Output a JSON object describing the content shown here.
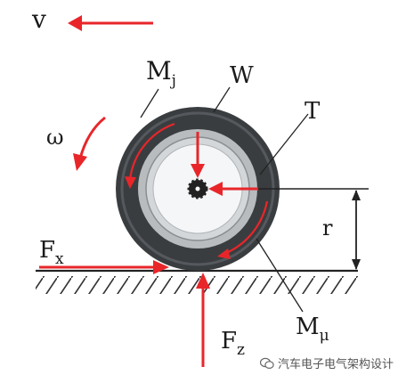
{
  "diagram": {
    "labels": {
      "velocity": "v",
      "angular_velocity": "ω",
      "inertia_moment_main": "M",
      "inertia_moment_sub": "j",
      "load": "W",
      "torque": "T",
      "radius": "r",
      "longitudinal_force_main": "F",
      "longitudinal_force_sub": "x",
      "normal_force_main": "F",
      "normal_force_sub": "z",
      "rolling_moment_main": "M",
      "rolling_moment_sub": "μ"
    },
    "colors": {
      "arrow": "#e8262a",
      "tire": "#3a3d40",
      "ground": "#222222",
      "ink": "#1a1a1a"
    }
  },
  "watermark": {
    "text": "汽车电子电气架构设计",
    "icon": "wechat-icon"
  }
}
